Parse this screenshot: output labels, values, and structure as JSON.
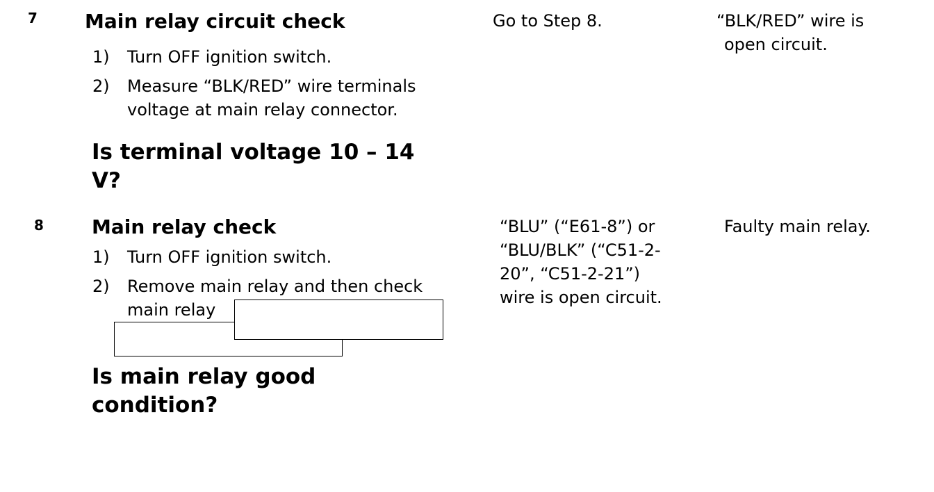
{
  "steps": [
    {
      "number": "7",
      "title": "Main relay circuit check",
      "items": [
        {
          "num": "1)",
          "lines": [
            "Turn OFF ignition switch."
          ]
        },
        {
          "num": "2)",
          "lines": [
            "Measure “BLK/RED” wire terminals",
            "voltage at main relay connector."
          ]
        }
      ],
      "question": [
        "Is terminal voltage 10 – 14",
        "V?"
      ],
      "yes": [
        "Go to Step 8."
      ],
      "no": [
        "“BLK/RED” wire is",
        "open circuit."
      ]
    },
    {
      "number": "8",
      "title": "Main relay check",
      "items": [
        {
          "num": "1)",
          "lines": [
            "Turn OFF ignition switch."
          ]
        },
        {
          "num": "2)",
          "lines": [
            "Remove main relay and then check",
            "main relay"
          ]
        }
      ],
      "question": [
        "Is main relay good",
        "condition?"
      ],
      "yes": [
        "“BLU” (“E61-8”) or",
        "“BLU/BLK” (“C51-2-",
        "20”, “C51-2-21”)",
        "wire is open circuit."
      ],
      "no": [
        "Faulty main relay."
      ]
    }
  ]
}
